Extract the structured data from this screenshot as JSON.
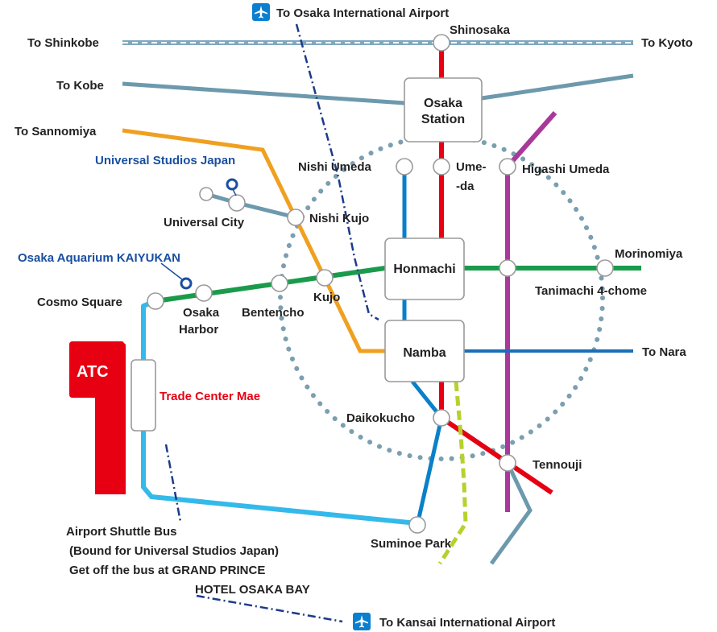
{
  "colors": {
    "jr_loop": "#7a9fb0",
    "shinkansen": "#7fa8c0",
    "kobe_line": "#6d99ad",
    "sannomiya_line": "#f0a020",
    "midosuji": "#e60012",
    "yotsubashi": "#0a80c8",
    "chuo": "#1a9b4b",
    "tanimachi": "#a8399a",
    "new_tram": "#34b9ea",
    "nara_line": "#1a6fb8",
    "sakaisuji": "#b7d12c",
    "atc": "#e60012",
    "label_blue": "#1a4fa0"
  },
  "directions": {
    "shinkobe": "To Shinkobe",
    "kyoto": "To Kyoto",
    "kobe": "To Kobe",
    "sannomiya": "To Sannomiya",
    "nara": "To Nara",
    "osaka_airport": "To Osaka International Airport",
    "kansai_airport": "To Kansai International Airport"
  },
  "stations": {
    "shinosaka": "Shinosaka",
    "osaka_station_1": "Osaka",
    "osaka_station_2": "Station",
    "nishi_umeda": "Nishi Umeda",
    "umeda_1": "Ume-",
    "umeda_2": "-da",
    "higashi_umeda": "Higashi Umeda",
    "universal_city": "Universal City",
    "nishi_kujo": "Nishi Kujo",
    "honmachi": "Honmachi",
    "morinomiya": "Morinomiya",
    "tanimachi": "Tanimachi 4-chome",
    "cosmo_square": "Cosmo Square",
    "osaka_harbor_1": "Osaka",
    "osaka_harbor_2": "Harbor",
    "bentencho": "Bentencho",
    "kujo": "Kujo",
    "namba": "Namba",
    "trade_center_mae": "Trade Center Mae",
    "daikokucho": "Daikokucho",
    "tennouji": "Tennouji",
    "suminoe_park": "Suminoe Park"
  },
  "attractions": {
    "usj": "Universal Studios Japan",
    "kaiyukan": "Osaka Aquarium KAIYUKAN",
    "atc": "ATC"
  },
  "bus_note": {
    "line1": "Airport Shuttle Bus",
    "line2": "(Bound for Universal Studios Japan)",
    "line3": "Get off the bus at GRAND PRINCE",
    "line4": "HOTEL OSAKA BAY"
  },
  "icons": {
    "airport": "airplane-icon"
  }
}
